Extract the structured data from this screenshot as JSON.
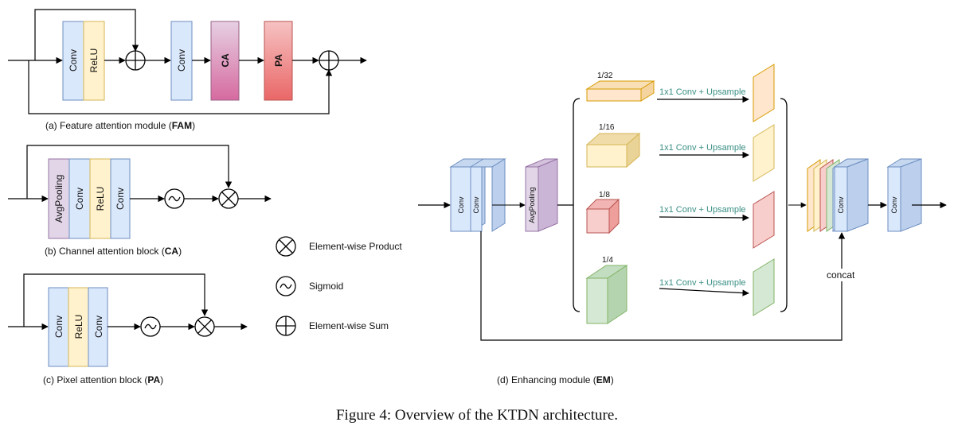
{
  "fam": {
    "caption_pre": "(a) Feature attention module (",
    "caption_bold": "FAM",
    "caption_post": ")",
    "blocks": [
      "Conv",
      "ReLU",
      "Conv",
      "CA",
      "PA"
    ]
  },
  "ca": {
    "caption_pre": "(b) Channel attention block (",
    "caption_bold": "CA",
    "caption_post": ")",
    "blocks": [
      "AvgPooling",
      "Conv",
      "ReLU",
      "Conv"
    ]
  },
  "pa": {
    "caption_pre": "(c) Pixel attention block (",
    "caption_bold": "PA",
    "caption_post": ")",
    "blocks": [
      "Conv",
      "ReLU",
      "Conv"
    ]
  },
  "legend": {
    "product": "Element-wise Product",
    "sigmoid": "Sigmoid",
    "sum": "Element-wise Sum"
  },
  "em": {
    "caption_pre": "(d) Enhancing module (",
    "caption_bold": "EM",
    "caption_post": ")",
    "conv": "Conv",
    "avgpool": "AvgPooling",
    "scales": [
      "1/32",
      "1/16",
      "1/8",
      "1/4"
    ],
    "branch_label": "1x1 Conv + Upsample",
    "concat": "concat"
  },
  "figure_caption": "Figure 4: Overview of the KTDN architecture.",
  "colors": {
    "blue_fill": "#dae8fc",
    "blue_stroke": "#6c8ebf",
    "yellow_fill": "#fff2cc",
    "yellow_stroke": "#d6b656",
    "purple_fill": "#e1d5e7",
    "purple_stroke": "#9673a6",
    "red_fill": "#f8cecc",
    "red_stroke": "#b85450",
    "green_fill": "#d5e8d4",
    "green_stroke": "#82b366",
    "orange_fill": "#ffe6cc",
    "orange_stroke": "#d79b00",
    "green_text": "#3a8f84"
  }
}
